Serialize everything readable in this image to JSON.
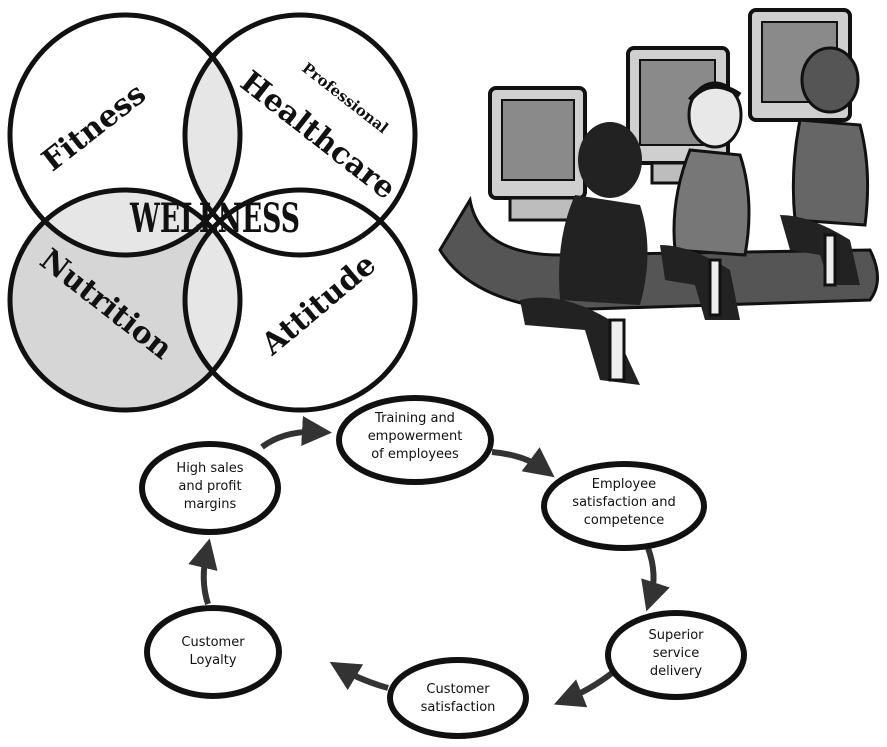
{
  "venn": {
    "center": "WELLNESS",
    "fitness": "Fitness",
    "professional": "Professional",
    "healthcare": "Healthcare",
    "nutrition": "Nutrition",
    "attitude": "Attitude"
  },
  "cycle": {
    "training": [
      "Training and",
      "empowerment",
      "of employees"
    ],
    "employee_satisfaction": [
      "Employee",
      "satisfaction and",
      "competence"
    ],
    "superior_service": [
      "Superior",
      "service",
      "delivery"
    ],
    "customer_satisfaction": [
      "Customer",
      "satisfaction"
    ],
    "customer_loyalty": [
      "Customer",
      "Loyalty"
    ],
    "high_sales": [
      "High sales",
      "and profit",
      "margins"
    ]
  }
}
